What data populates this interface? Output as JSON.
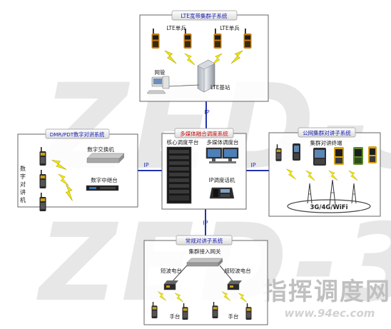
{
  "watermark": {
    "logo_text": "ZED-3",
    "site_cn": "指挥调度网",
    "site_url": "www.94ec.com"
  },
  "lte": {
    "title": "LTE宽带集群子系统",
    "terminal_label_1": "LTE单兵",
    "terminal_label_2": "LTE单兵",
    "nms_label": "网管",
    "base_station_label": "LTE基站"
  },
  "dmr": {
    "title": "DMR/PDT数字对讲系统",
    "handsets_label": "数字对讲机",
    "switch_label": "数字交换机",
    "repeater_label": "数字中继台"
  },
  "center": {
    "title": "多媒体融合调度系统",
    "core_label": "核心调度平台",
    "console_label": "多媒体调度台",
    "ip_phone_label": "IP调度话机"
  },
  "public": {
    "title": "公网集群对讲子系统",
    "terminals_label": "集群对讲终端",
    "network_label": "3G/4G/WiFi"
  },
  "conventional": {
    "title": "常规对讲子系统",
    "gateway_label": "集群接入网关",
    "shortwave_label": "短波电台",
    "ultrashort_label": "超短波电台",
    "handset_label_1": "手台",
    "handset_label_2": "手台"
  },
  "links": {
    "top": "IP",
    "left": "IP",
    "right": "IP",
    "bottom": "IP"
  },
  "colors": {
    "title_blue": "#1b21b0",
    "title_red": "#cc1111",
    "link_blue": "#2233aa",
    "bolt": "#f0e800"
  }
}
